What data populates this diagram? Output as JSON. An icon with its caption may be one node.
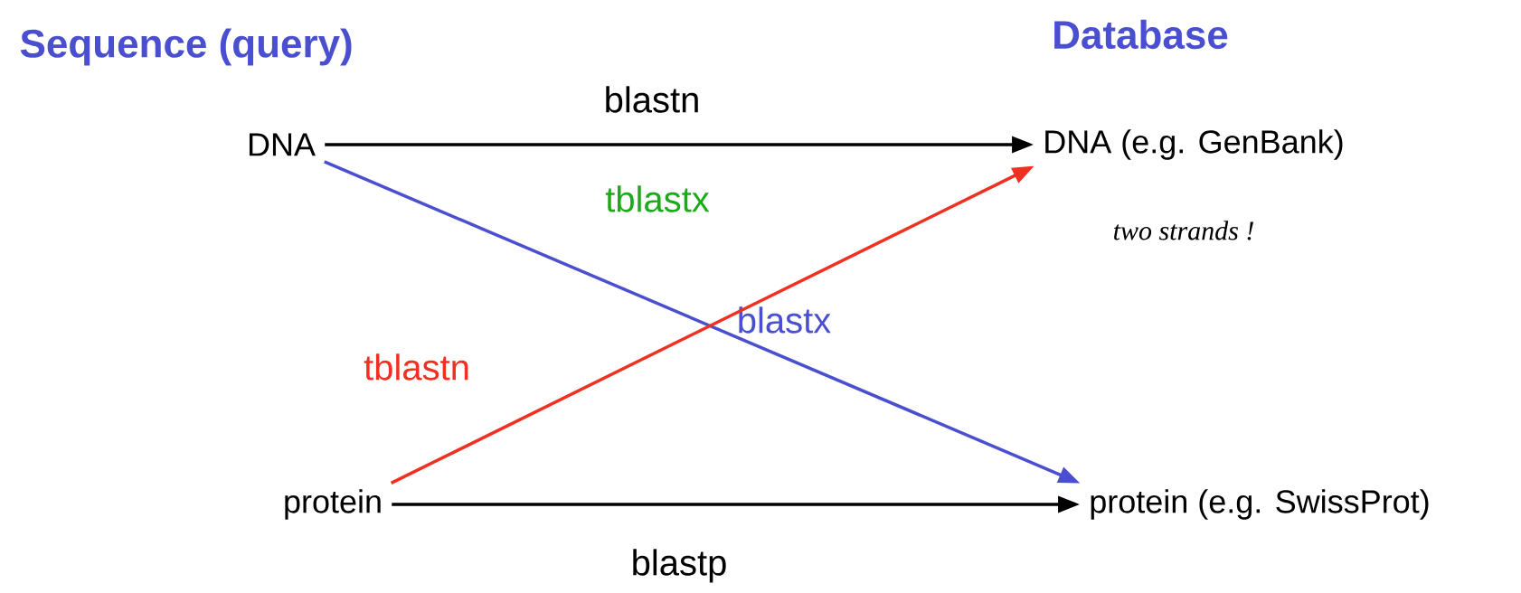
{
  "diagram": {
    "nodes": [
      {
        "text": [
          "DNA"
        ]
      },
      {
        "text": [
          "protein"
        ]
      },
      {
        "text": [
          "DNA (e.g. GenBank)"
        ],
        "beside": [
          "two strands !"
        ]
      },
      {
        "text": [
          "protein (e.g. SwissProt)"
        ]
      }
    ],
    "edges": [
      {
        "from": 0,
        "to": 2,
        "arrow": "to",
        "label": "blastn"
      },
      {
        "from": 0,
        "to": 3,
        "arrow": "to",
        "label": "blastx",
        "color": "#4a4fd0"
      },
      {
        "from": 1,
        "to": 2,
        "arrow": "to",
        "label": "tblastn",
        "color": "#f03020"
      },
      {
        "from": 1,
        "to": 3,
        "arrow": "to",
        "label": "blastp"
      }
    ],
    "labels": [
      "Sequence (query)",
      "Database",
      "tblastx"
    ]
  }
}
